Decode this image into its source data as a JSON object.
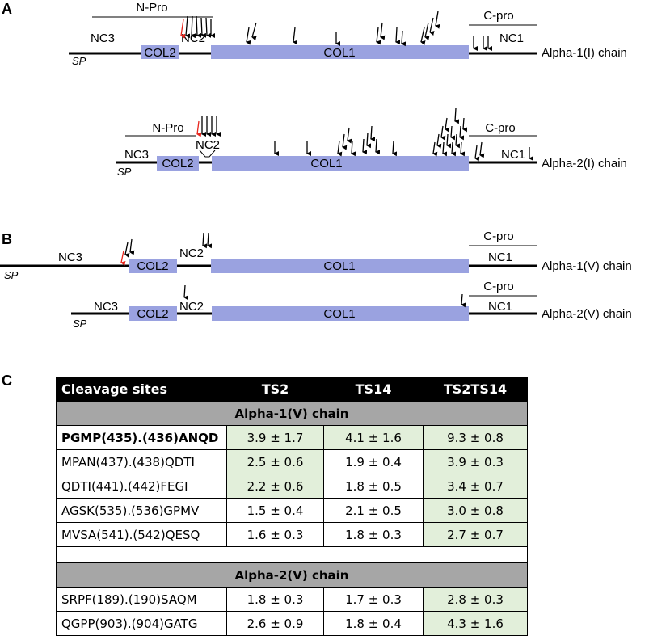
{
  "panels": [
    {
      "letter": "A",
      "chains": [
        {
          "name": "Alpha-1(I) chain",
          "labels": {
            "nc3": "NC3",
            "col2": "COL2",
            "nc2": "NC2",
            "col1": "COL1",
            "nc1": "NC1",
            "sp": "SP",
            "npro": "N-Pro",
            "cpro": "C-pro"
          }
        },
        {
          "name": "Alpha-2(I) chain",
          "labels": {
            "nc3": "NC3",
            "col2": "COL2",
            "nc2": "NC2",
            "col1": "COL1",
            "nc1": "NC1",
            "sp": "SP",
            "npro": "N-Pro",
            "cpro": "C-pro"
          }
        }
      ]
    },
    {
      "letter": "B",
      "chains": [
        {
          "name": "Alpha-1(V) chain",
          "labels": {
            "nc3": "NC3",
            "col2": "COL2",
            "nc2": "NC2",
            "col1": "COL1",
            "nc1": "NC1",
            "sp": "SP",
            "cpro": "C-pro"
          }
        },
        {
          "name": "Alpha-2(V) chain",
          "labels": {
            "nc3": "NC3",
            "col2": "COL2",
            "nc2": "NC2",
            "col1": "COL1",
            "nc1": "NC1",
            "sp": "SP",
            "cpro": "C-pro"
          }
        }
      ]
    },
    {
      "letter": "C"
    }
  ],
  "colors": {
    "domain_fill": "#9aa2e0",
    "arrow": "#000000",
    "highlight_arrow": "#e8251c",
    "cell_highlight": "#e2efda",
    "section_header": "#a6a6a6"
  },
  "table": {
    "headers": [
      "Cleavage sites",
      "TS2",
      "TS14",
      "TS2TS14"
    ],
    "sections": [
      {
        "title": "Alpha-1(V) chain",
        "rows": [
          {
            "site": "PGMP(435).(436)ANQD",
            "bold": true,
            "ts2": "3.9 ± 1.7",
            "ts14": "4.1 ± 1.6",
            "ts2ts14": "9.3 ± 0.8",
            "hl": [
              true,
              true,
              true
            ]
          },
          {
            "site": "MPAN(437).(438)QDTI",
            "bold": false,
            "ts2": "2.5 ± 0.6",
            "ts14": "1.9 ± 0.4",
            "ts2ts14": "3.9 ± 0.3",
            "hl": [
              true,
              false,
              true
            ]
          },
          {
            "site": "QDTI(441).(442)FEGI",
            "bold": false,
            "ts2": "2.2 ± 0.6",
            "ts14": "1.8 ± 0.5",
            "ts2ts14": "3.4 ± 0.7",
            "hl": [
              true,
              false,
              true
            ]
          },
          {
            "site": "AGSK(535).(536)GPMV",
            "bold": false,
            "ts2": "1.5 ± 0.4",
            "ts14": "2.1 ± 0.5",
            "ts2ts14": "3.0 ± 0.8",
            "hl": [
              false,
              false,
              true
            ]
          },
          {
            "site": "MVSA(541).(542)QESQ",
            "bold": false,
            "ts2": "1.6 ± 0.3",
            "ts14": "1.8 ± 0.3",
            "ts2ts14": "2.7 ± 0.7",
            "hl": [
              false,
              false,
              true
            ]
          }
        ]
      },
      {
        "title": "Alpha-2(V) chain",
        "rows": [
          {
            "site": "SRPF(189).(190)SAQM",
            "bold": false,
            "ts2": "1.8 ± 0.3",
            "ts14": "1.7 ± 0.3",
            "ts2ts14": "2.8 ± 0.3",
            "hl": [
              false,
              false,
              true
            ]
          },
          {
            "site": "QGPP(903).(904)GATG",
            "bold": false,
            "ts2": "2.6 ± 0.9",
            "ts14": "1.8 ± 0.4",
            "ts2ts14": "4.3 ± 1.6",
            "hl": [
              false,
              false,
              true
            ]
          }
        ]
      }
    ]
  }
}
